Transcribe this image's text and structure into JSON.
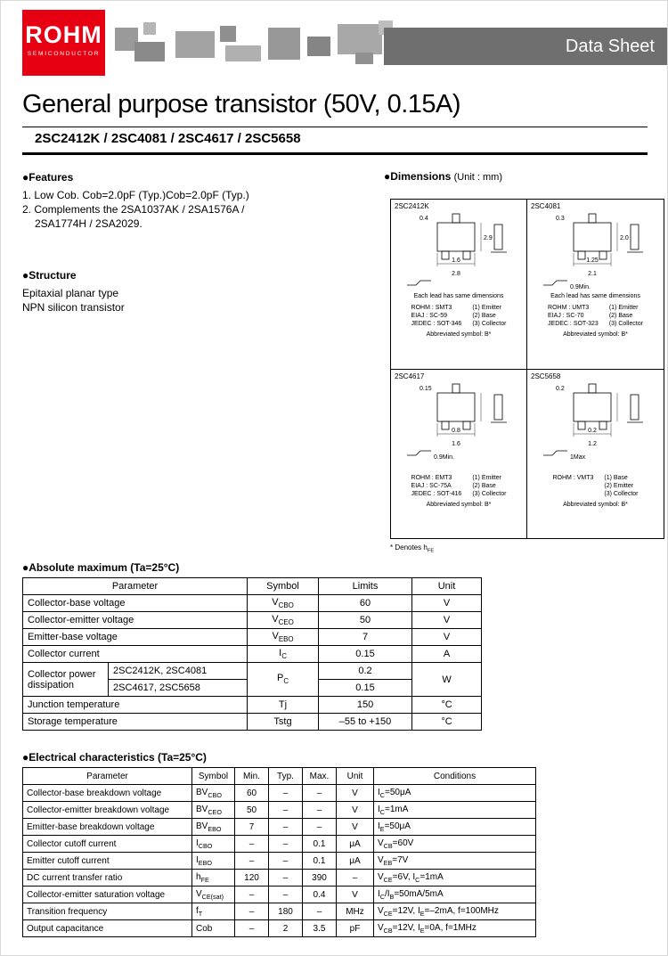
{
  "header": {
    "logo_text": "ROHM",
    "logo_subtext": "SEMICONDUCTOR",
    "banner_text": "Data Sheet"
  },
  "title": "General purpose transistor (50V, 0.15A)",
  "subtitle": "2SC2412K / 2SC4081 / 2SC4617 / 2SC5658",
  "features": {
    "heading": "●Features",
    "lines": [
      "1. Low Cob. Cob=2.0pF (Typ.)Cob=2.0pF (Typ.)",
      "2. Complements the 2SA1037AK / 2SA1576A /",
      "2SA1774H / 2SA2029."
    ]
  },
  "structure": {
    "heading": "●Structure",
    "lines": [
      "Epitaxial planar type",
      "NPN silicon transistor"
    ]
  },
  "dimensions": {
    "heading": "●Dimensions",
    "unit_label": "(Unit : mm)",
    "footnote": "* Denotes h~FE~",
    "packages": [
      {
        "name": "2SC2412K",
        "dims": {
          "w": "2.8",
          "inner": "1.6",
          "h": "2.9",
          "lead": "0.4",
          "extra": ""
        },
        "lead_note": "Each lead has same dimensions",
        "codes": [
          "ROHM : SMT3",
          "EIAJ : SC-59",
          "JEDEC : SOT-346"
        ],
        "pins": [
          "(1) Emitter",
          "(2) Base",
          "(3) Collector"
        ],
        "abbrev": "Abbreviated symbol: B*"
      },
      {
        "name": "2SC4081",
        "dims": {
          "w": "2.1",
          "inner": "1.25",
          "h": "2.0",
          "lead": "0.3",
          "extra": "0.9Min."
        },
        "lead_note": "Each lead has same dimensions",
        "codes": [
          "ROHM : UMT3",
          "EIAJ : SC-70",
          "JEDEC : SOT-323"
        ],
        "pins": [
          "(1) Emitter",
          "(2) Base",
          "(3) Collector"
        ],
        "abbrev": "Abbreviated symbol: B*"
      },
      {
        "name": "2SC4617",
        "dims": {
          "w": "1.6",
          "inner": "0.8",
          "h": "",
          "lead": "0.15",
          "extra": "0.9Min."
        },
        "lead_note": "",
        "codes": [
          "ROHM : EMT3",
          "EIAJ : SC-75A",
          "JEDEC : SOT-416"
        ],
        "pins": [
          "(1) Emitter",
          "(2) Base",
          "(3) Collector"
        ],
        "abbrev": "Abbreviated symbol: B*"
      },
      {
        "name": "2SC5658",
        "dims": {
          "w": "1.2",
          "inner": "0.2",
          "h": "",
          "lead": "0.2",
          "extra": "1Max"
        },
        "lead_note": "",
        "codes": [
          "ROHM : VMT3",
          "",
          ""
        ],
        "pins": [
          "(1) Base",
          "(2) Emitter",
          "(3) Collector"
        ],
        "abbrev": "Abbreviated symbol: B*"
      }
    ]
  },
  "absolute_maximum": {
    "heading": "●Absolute maximum (Ta=25°C)",
    "headers": [
      "Parameter",
      "Symbol",
      "Limits",
      "Unit"
    ],
    "rows": [
      {
        "cells": [
          {
            "t": "Collector-base voltage",
            "cls": "pl",
            "colspan": 2
          },
          {
            "t": "V~CBO~"
          },
          {
            "t": "60"
          },
          {
            "t": "V"
          }
        ]
      },
      {
        "cells": [
          {
            "t": "Collector-emitter voltage",
            "cls": "pl",
            "colspan": 2
          },
          {
            "t": "V~CEO~"
          },
          {
            "t": "50"
          },
          {
            "t": "V"
          }
        ]
      },
      {
        "cells": [
          {
            "t": "Emitter-base voltage",
            "cls": "pl",
            "colspan": 2
          },
          {
            "t": "V~EBO~"
          },
          {
            "t": "7"
          },
          {
            "t": "V"
          }
        ]
      },
      {
        "cells": [
          {
            "t": "Collector current",
            "cls": "pl",
            "colspan": 2
          },
          {
            "t": "I~C~"
          },
          {
            "t": "0.15"
          },
          {
            "t": "A"
          }
        ]
      },
      {
        "cells": [
          {
            "t": "Collector power dissipation",
            "cls": "pl",
            "rowspan": 2
          },
          {
            "t": "2SC2412K, 2SC4081",
            "cls": "pl"
          },
          {
            "t": "P~C~",
            "rowspan": 2
          },
          {
            "t": "0.2"
          },
          {
            "t": "W",
            "rowspan": 2
          }
        ]
      },
      {
        "cells": [
          {
            "t": "2SC4617, 2SC5658",
            "cls": "pl"
          },
          {
            "t": "0.15"
          }
        ]
      },
      {
        "cells": [
          {
            "t": "Junction temperature",
            "cls": "pl",
            "colspan": 2
          },
          {
            "t": "Tj"
          },
          {
            "t": "150"
          },
          {
            "t": "°C"
          }
        ]
      },
      {
        "cells": [
          {
            "t": "Storage temperature",
            "cls": "pl",
            "colspan": 2
          },
          {
            "t": "Tstg"
          },
          {
            "t": "–55 to +150"
          },
          {
            "t": "°C"
          }
        ]
      }
    ]
  },
  "electrical": {
    "heading": "●Electrical characteristics (Ta=25°C)",
    "headers": [
      "Parameter",
      "Symbol",
      "Min.",
      "Typ.",
      "Max.",
      "Unit",
      "Conditions"
    ],
    "rows": [
      {
        "cells": [
          {
            "t": "Collector-base breakdown voltage",
            "cls": "pl"
          },
          {
            "t": "BV~CBO~",
            "cls": "pl"
          },
          {
            "t": "60"
          },
          {
            "t": "–"
          },
          {
            "t": "–"
          },
          {
            "t": "V"
          },
          {
            "t": "I~C~=50μA",
            "cls": "pl"
          }
        ]
      },
      {
        "cells": [
          {
            "t": "Collector-emitter breakdown voltage",
            "cls": "pl"
          },
          {
            "t": "BV~CEO~",
            "cls": "pl"
          },
          {
            "t": "50"
          },
          {
            "t": "–"
          },
          {
            "t": "–"
          },
          {
            "t": "V"
          },
          {
            "t": "I~C~=1mA",
            "cls": "pl"
          }
        ]
      },
      {
        "cells": [
          {
            "t": "Emitter-base breakdown voltage",
            "cls": "pl"
          },
          {
            "t": "BV~EBO~",
            "cls": "pl"
          },
          {
            "t": "7"
          },
          {
            "t": "–"
          },
          {
            "t": "–"
          },
          {
            "t": "V"
          },
          {
            "t": "I~E~=50μA",
            "cls": "pl"
          }
        ]
      },
      {
        "cells": [
          {
            "t": "Collector cutoff current",
            "cls": "pl"
          },
          {
            "t": "I~CBO~",
            "cls": "pl"
          },
          {
            "t": "–"
          },
          {
            "t": "–"
          },
          {
            "t": "0.1"
          },
          {
            "t": "μA"
          },
          {
            "t": "V~CB~=60V",
            "cls": "pl"
          }
        ]
      },
      {
        "cells": [
          {
            "t": "Emitter cutoff current",
            "cls": "pl"
          },
          {
            "t": "I~EBO~",
            "cls": "pl"
          },
          {
            "t": "–"
          },
          {
            "t": "–"
          },
          {
            "t": "0.1"
          },
          {
            "t": "μA"
          },
          {
            "t": "V~EB~=7V",
            "cls": "pl"
          }
        ]
      },
      {
        "cells": [
          {
            "t": "DC current transfer ratio",
            "cls": "pl"
          },
          {
            "t": "h~FE~",
            "cls": "pl"
          },
          {
            "t": "120"
          },
          {
            "t": "–"
          },
          {
            "t": "390"
          },
          {
            "t": "–"
          },
          {
            "t": "V~CE~=6V, I~C~=1mA",
            "cls": "pl"
          }
        ]
      },
      {
        "cells": [
          {
            "t": "Collector-emitter saturation voltage",
            "cls": "pl"
          },
          {
            "t": "V~CE(sat)~",
            "cls": "pl"
          },
          {
            "t": "–"
          },
          {
            "t": "–"
          },
          {
            "t": "0.4"
          },
          {
            "t": "V"
          },
          {
            "t": "I~C~/I~B~=50mA/5mA",
            "cls": "pl"
          }
        ]
      },
      {
        "cells": [
          {
            "t": "Transition frequency",
            "cls": "pl"
          },
          {
            "t": "f~T~",
            "cls": "pl"
          },
          {
            "t": "–"
          },
          {
            "t": "180"
          },
          {
            "t": "–"
          },
          {
            "t": "MHz"
          },
          {
            "t": "V~CE~=12V, I~E~=–2mA, f=100MHz",
            "cls": "pl"
          }
        ]
      },
      {
        "cells": [
          {
            "t": "Output capacitance",
            "cls": "pl"
          },
          {
            "t": "Cob",
            "cls": "pl"
          },
          {
            "t": "–"
          },
          {
            "t": "2"
          },
          {
            "t": "3.5"
          },
          {
            "t": "pF"
          },
          {
            "t": "V~CB~=12V, I~E~=0A, f=1MHz",
            "cls": "pl"
          }
        ]
      }
    ]
  }
}
